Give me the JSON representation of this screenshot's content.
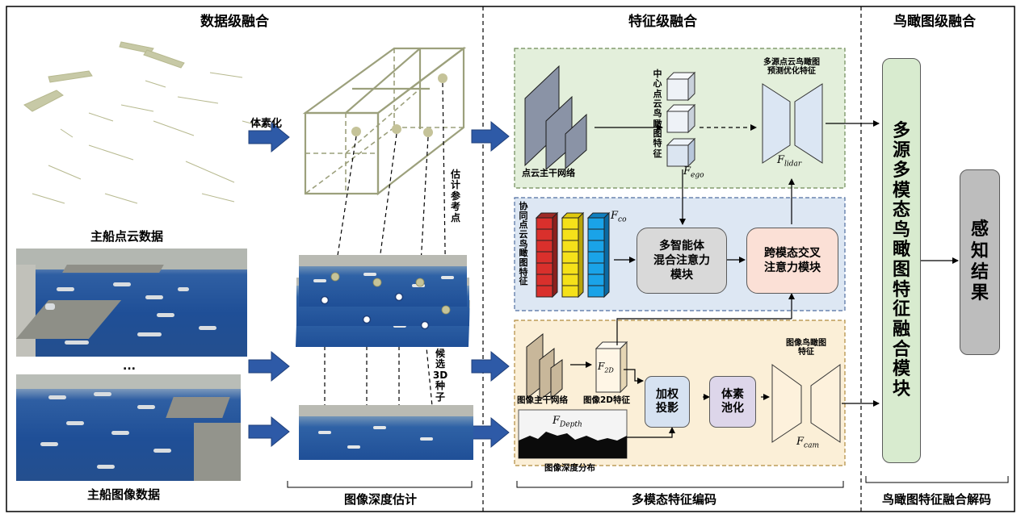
{
  "sections": {
    "data_fusion": "数据级融合",
    "feature_fusion": "特征级融合",
    "bev_fusion": "鸟瞰图级融合"
  },
  "left": {
    "pointcloud_caption": "主船点云数据",
    "image_caption": "主船图像数据",
    "ellipsis": "...",
    "voxelize_label": "体素化",
    "depth_estimation_caption": "图像深度估计",
    "ref_points_label": "估\n计\n参\n考\n点",
    "seeds_label": "候\n选\n3D\n种\n子"
  },
  "feature": {
    "pc_backbone_label": "点云主干网络",
    "center_bev_label": "中\n心\n点\n云\n鸟\n瞰\n图\n特\n征",
    "f_ego": {
      "base": "F",
      "sub": "ego"
    },
    "multi_src_label": "多源点云鸟瞰图\n预测优化特征",
    "f_lidar": {
      "base": "F",
      "sub": "lidar"
    },
    "collab_label": "协\n同\n点\n云\n鸟\n瞰\n图\n特\n征",
    "f_co": {
      "base": "F",
      "sub": "co"
    },
    "multi_agent_box": "多智能体\n混合注意力\n模块",
    "cross_modal_box": "跨模态交叉\n注意力模块",
    "img_backbone_label": "图像主干网络",
    "img2d_label": "图像2D特征",
    "f_2d": {
      "base": "F",
      "sub": "2D"
    },
    "weighted_proj_box": "加权\n投影",
    "voxel_pool_box": "体素\n池化",
    "img_bev_label": "图像鸟瞰图\n特征",
    "f_depth": {
      "base": "F",
      "sub": "Depth"
    },
    "depth_dist_label": "图像深度分布",
    "f_cam": {
      "base": "F",
      "sub": "cam"
    },
    "bottom_caption": "多模态特征编码"
  },
  "right": {
    "fusion_module": "多\n源\n多\n模\n态\n鸟\n瞰\n图\n特\n征\n融\n合\n模\n块",
    "perception_result": "感\n知\n结\n果",
    "bottom_caption": "鸟瞰图特征融合解码"
  },
  "colors": {
    "blue_arrow": "#2e5aa7",
    "olive": "#9ca07c",
    "green_panel": "#e3efdb",
    "blue_panel": "#dde7f3",
    "yellow_panel": "#fbefd7",
    "fusion_green": "#d8ebcf",
    "result_gray": "#bdbdbd",
    "agent_gray": "#d9d9d9",
    "cross_pink": "#fbe0d6",
    "proj_blue": "#d6e2f1",
    "pool_purple": "#ddd6ea"
  }
}
